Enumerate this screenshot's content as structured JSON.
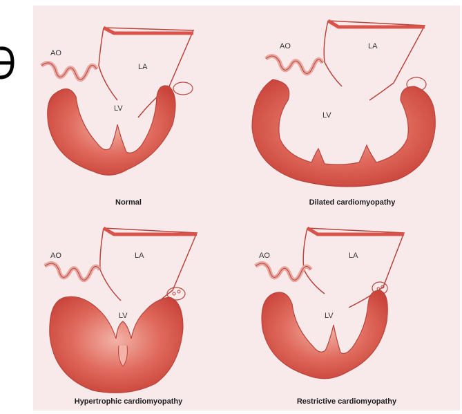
{
  "labels": {
    "ao": "AO",
    "la": "LA",
    "lv": "LV"
  },
  "captions": {
    "normal": "Normal",
    "dilated": "Dilated cardiomyopathy",
    "hypertrophic": "Hypertrophic cardiomyopathy",
    "restrictive": "Restrictive cardiomyopathy"
  },
  "colors": {
    "background": "#f8eaea",
    "myocardium": "#d9534a",
    "myocardium_light": "#f0a59a",
    "outline": "#b8443c",
    "vessel": "#e8a7a0"
  }
}
